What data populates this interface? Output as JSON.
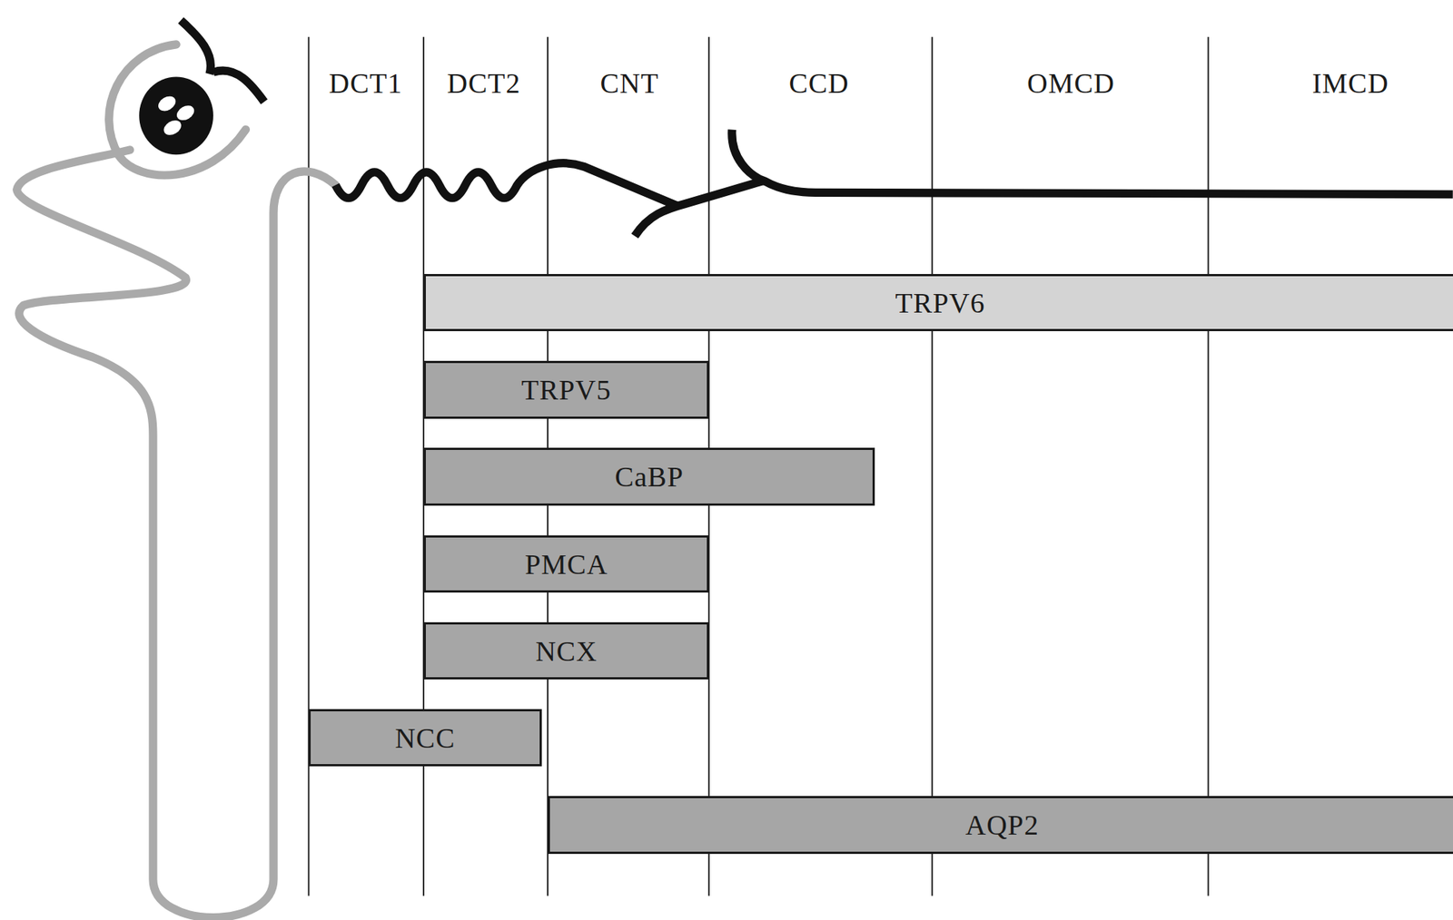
{
  "diagram": {
    "nodes": [
      {
        "text": [
          "TRPV6"
        ]
      },
      {
        "text": [
          "TRPV5"
        ]
      },
      {
        "text": [
          "CaBP"
        ]
      },
      {
        "text": [
          "PMCA"
        ]
      },
      {
        "text": [
          "NCX"
        ]
      },
      {
        "text": [
          "NCC"
        ]
      },
      {
        "text": [
          "AQP2"
        ]
      }
    ],
    "labels": [
      "DCT1",
      "DCT2",
      "CNT",
      "CCD",
      "OMCD",
      "IMCD"
    ]
  }
}
